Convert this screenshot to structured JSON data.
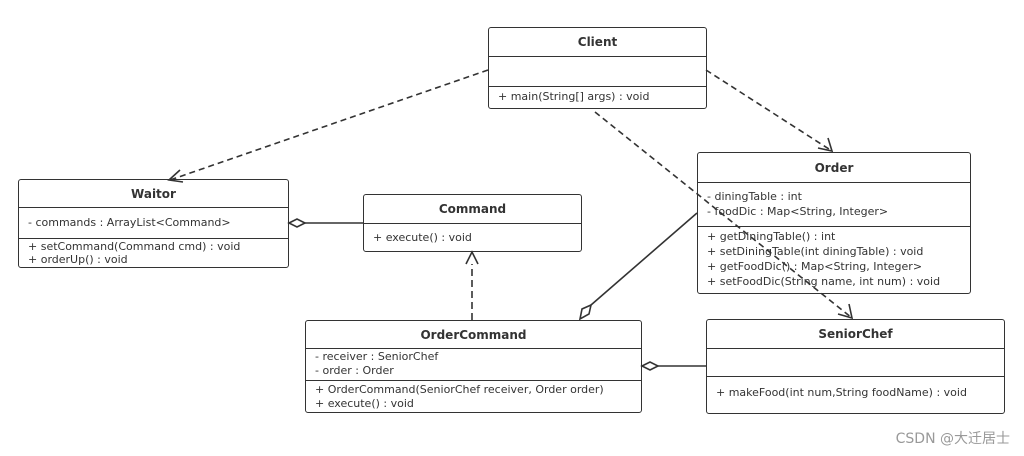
{
  "classes": {
    "client": {
      "name": "Client",
      "attributes": [],
      "methods": [
        "+ main(String[] args) : void"
      ]
    },
    "waitor": {
      "name": "Waitor",
      "attributes": [
        "- commands :  ArrayList<Command>"
      ],
      "methods": [
        "+ setCommand(Command cmd) : void",
        "+ orderUp() : void"
      ]
    },
    "command": {
      "name": "Command",
      "methods": [
        "+ execute() : void"
      ]
    },
    "order": {
      "name": "Order",
      "attributes": [
        "- diningTable : int",
        "- foodDic :   Map<String, Integer>"
      ],
      "methods": [
        "+ getDiningTable() : int",
        "+ setDiningTable(int diningTable) : void",
        "+ getFoodDic() : Map<String, Integer>",
        "+ setFoodDic(String name, int num) : void"
      ]
    },
    "orderCommand": {
      "name": "OrderCommand",
      "attributes": [
        "- receiver : SeniorChef",
        "- order : Order"
      ],
      "methods": [
        "+ OrderCommand(SeniorChef receiver, Order order)",
        "+ execute() : void"
      ]
    },
    "seniorChef": {
      "name": "SeniorChef",
      "attributes": [],
      "methods": [
        "+ makeFood(int num,String foodName) : void"
      ]
    }
  },
  "relationships": [
    {
      "from": "Client",
      "to": "Waitor",
      "type": "dependency"
    },
    {
      "from": "Client",
      "to": "Order",
      "type": "dependency"
    },
    {
      "from": "Client",
      "to": "SeniorChef",
      "type": "dependency"
    },
    {
      "from": "Waitor",
      "to": "Command",
      "type": "aggregation"
    },
    {
      "from": "OrderCommand",
      "to": "Command",
      "type": "realization"
    },
    {
      "from": "OrderCommand",
      "to": "Order",
      "type": "aggregation"
    },
    {
      "from": "OrderCommand",
      "to": "SeniorChef",
      "type": "aggregation"
    }
  ],
  "watermark": "CSDN @大迁居士"
}
